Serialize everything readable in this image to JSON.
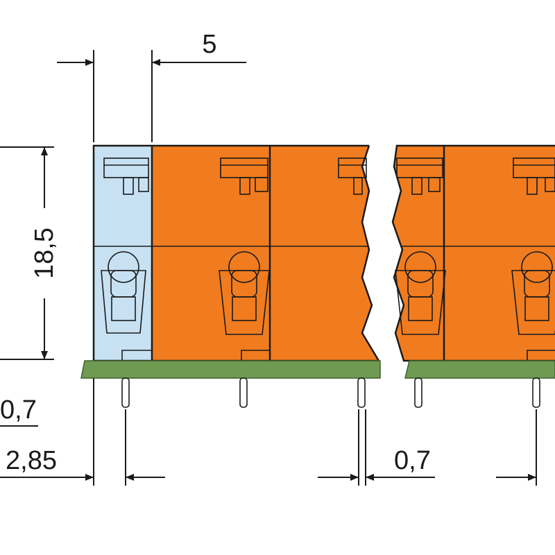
{
  "dimensions": {
    "pitch": "5",
    "height": "18,5",
    "pin_width": "0,7",
    "pin_offset": "2,85",
    "pin_width_right": "0,7"
  },
  "colors": {
    "housing": "#f07c1f",
    "end_plate": "#c7e1f3",
    "pcb": "#6f9a52",
    "button": "#f2c6a0",
    "indicator": "#f4d200",
    "pin": "#f4b78f",
    "line": "#1a1a1a"
  }
}
